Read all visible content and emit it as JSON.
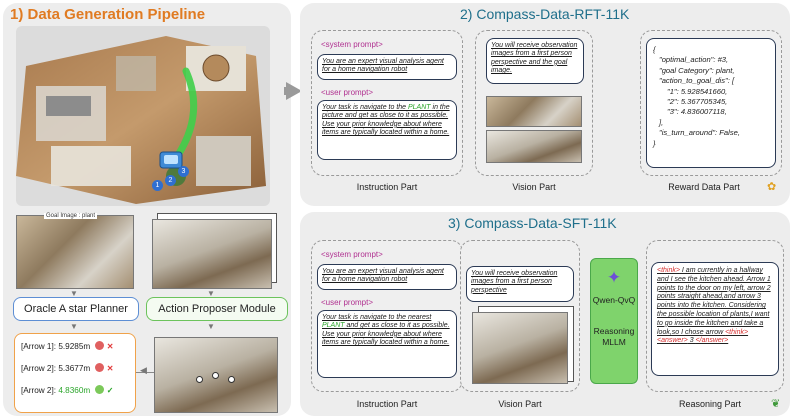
{
  "left_panel": {
    "title": "1) Data Generation Pipeline",
    "goal_label": "Goal Image : plant",
    "oracle_label": "Oracle A star Planner",
    "proposer_label": "Action Proposer Module",
    "arrows": [
      {
        "label": "[Arrow 1]:",
        "value": "5.9285m",
        "status": "wrong"
      },
      {
        "label": "[Arrow 2]:",
        "value": "5.3677m",
        "status": "wrong"
      },
      {
        "label": "[Arrow 2]:",
        "value": "4.8360m",
        "status": "correct"
      }
    ],
    "map_markers": [
      "1",
      "2",
      "3"
    ]
  },
  "rft_panel": {
    "title": "2) Compass-Data-RFT-11K",
    "system_tag": "<system prompt>",
    "system_text": "You are an expert visual analysis agent for a home navigation robot",
    "user_tag": "<user prompt>",
    "user_text_1": "Your task is navigate to the ",
    "user_highlight": "PLANT",
    "user_text_2": " in the picture and get as close to it as possible. Use your prior knowledge about where items are typically located within a home.",
    "vision_text": "You will receive observation images from a first person perspective and the goal image.",
    "reward_lines": [
      "{",
      "\"optimal_action\": #3,",
      "\"goal Category\": plant,",
      "\"action_to_goal_dis\": [",
      "\"1\": 5.928541660,",
      "\"2\": 5.367705345,",
      "\"3\": 4.836007118,",
      "],",
      "\"is_turn_around\": False,",
      "}"
    ],
    "caption_instruction": "Instruction Part",
    "caption_vision": "Vision Part",
    "caption_reward": "Reward Data Part"
  },
  "sft_panel": {
    "title": "3) Compass-Data-SFT-11K",
    "system_tag": "<system prompt>",
    "system_text": "You are an expert visual analysis agent for a home navigation robot",
    "user_tag": "<user prompt>",
    "user_text_1": "Your task is navigate to the nearest ",
    "user_highlight": "PLANT",
    "user_text_2": " and get as close to it as possible. Use your prior knowledge about where items are typically located within a home.",
    "vision_text": "You will receive observation images from a first person perspective",
    "model_name": "Qwen-QvQ",
    "model_role": "Reasoning MLLM",
    "reason_open": "<think>",
    "reason_text": " I am currently in a hallway and I see the kitchen ahead. Arrow 1 points to the door on my left, arrow 2 points straight ahead,and arrow 3 points into the kitchen. Considering the possible location of plants,I want to go inside the kitchen and take a look,so I chose arrow ",
    "reason_close": "<think>",
    "answer_open": "<answer>",
    "answer_value": " 3 ",
    "answer_close": "</answer>",
    "caption_instruction": "Instruction Part",
    "caption_vision": "Vision Part",
    "caption_reasoning": "Reasoning Part"
  },
  "colors": {
    "orange_title": "#e07b22",
    "blue_title": "#1f6f8b",
    "correct": "#2aa52a",
    "wrong": "#e23b3b"
  }
}
